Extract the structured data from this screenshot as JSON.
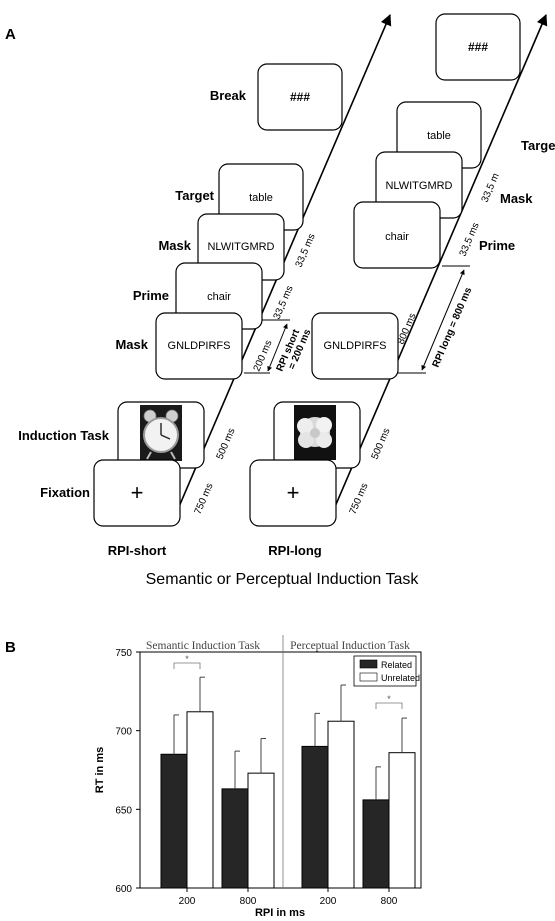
{
  "panel_a": {
    "label": "A",
    "short": {
      "column_label": "RPI-short",
      "stage_labels": [
        "Fixation",
        "Induction Task",
        "Mask",
        "Prime",
        "Mask",
        "Target",
        "Break"
      ],
      "fixation": "+",
      "mask1": "GNLDPIRFS",
      "prime": "chair",
      "mask2": "NLWITGMRD",
      "target": "table",
      "break": "###",
      "durations": [
        "750 ms",
        "500 ms",
        "200 ms",
        "33,5 ms",
        "33,5 ms"
      ],
      "rpi": [
        "RPI short",
        "= 200 ms"
      ],
      "image": "alarm-clock"
    },
    "long": {
      "column_label": "RPI-long",
      "stage_labels": [
        "Prime",
        "Mask",
        "Target"
      ],
      "fixation": "+",
      "mask1": "GNLDPIRFS",
      "prime": "chair",
      "mask2": "NLWITGMRD",
      "target": "table",
      "break": "###",
      "durations": [
        "750 ms",
        "500 ms",
        "800 ms",
        "33,5 ms",
        "33,5 m"
      ],
      "rpi": "RPI long = 800 ms",
      "image": "white-flower"
    },
    "caption": "Semantic or Perceptual Induction Task"
  },
  "panel_b": {
    "label": "B",
    "chart_data": {
      "type": "bar",
      "groups": [
        "Semantic Induction Task",
        "Perceptual Induction Task"
      ],
      "categories": [
        "200",
        "800",
        "200",
        "800"
      ],
      "series": [
        {
          "name": "Related",
          "color": "#262626",
          "values": [
            685,
            663,
            690,
            656
          ],
          "error": [
            25,
            24,
            21,
            21
          ]
        },
        {
          "name": "Unrelated",
          "color": "#ffffff",
          "values": [
            712,
            673,
            706,
            686
          ],
          "error": [
            22,
            22,
            23,
            22
          ]
        }
      ],
      "significance": [
        "*",
        "*"
      ],
      "xlabel": "RPI in ms",
      "ylabel": "RT in ms",
      "yticks": [
        600,
        650,
        700,
        750
      ],
      "ylim": [
        600,
        750
      ],
      "legend_position": "top-right"
    }
  }
}
